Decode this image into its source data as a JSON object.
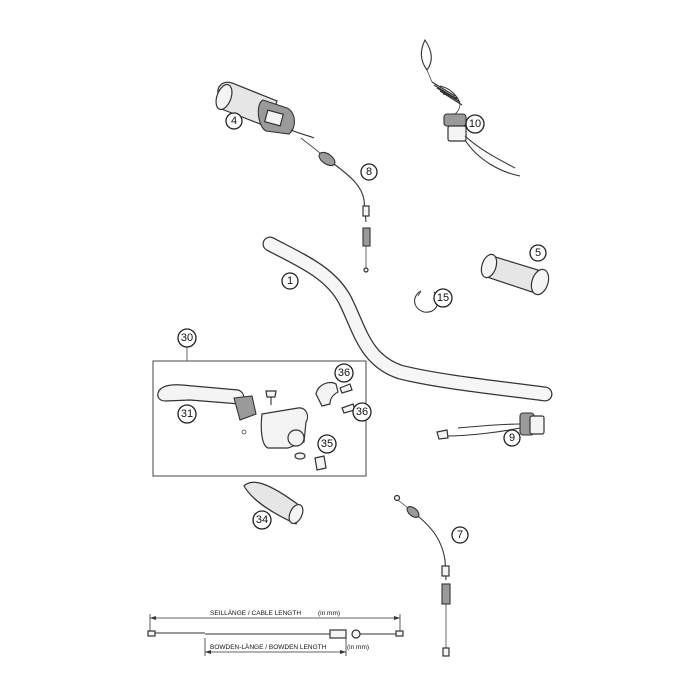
{
  "callouts": [
    {
      "id": "1",
      "label": "1"
    },
    {
      "id": "4",
      "label": "4"
    },
    {
      "id": "5",
      "label": "5"
    },
    {
      "id": "7",
      "label": "7"
    },
    {
      "id": "8",
      "label": "8"
    },
    {
      "id": "9",
      "label": "9"
    },
    {
      "id": "10",
      "label": "10"
    },
    {
      "id": "15",
      "label": "15"
    },
    {
      "id": "30",
      "label": "30"
    },
    {
      "id": "31",
      "label": "31"
    },
    {
      "id": "34",
      "label": "34"
    },
    {
      "id": "35",
      "label": "35"
    },
    {
      "id": "36a",
      "label": "36"
    },
    {
      "id": "36b",
      "label": "36"
    }
  ],
  "dimension": {
    "cable_length_label": "SEILLÄNGE / CABLE LENGTH",
    "cable_length_unit": "(in mm)",
    "bowden_length_label": "BOWDEN-LÄNGE / BOWDEN LENGTH",
    "bowden_length_unit": "(in mm)"
  }
}
